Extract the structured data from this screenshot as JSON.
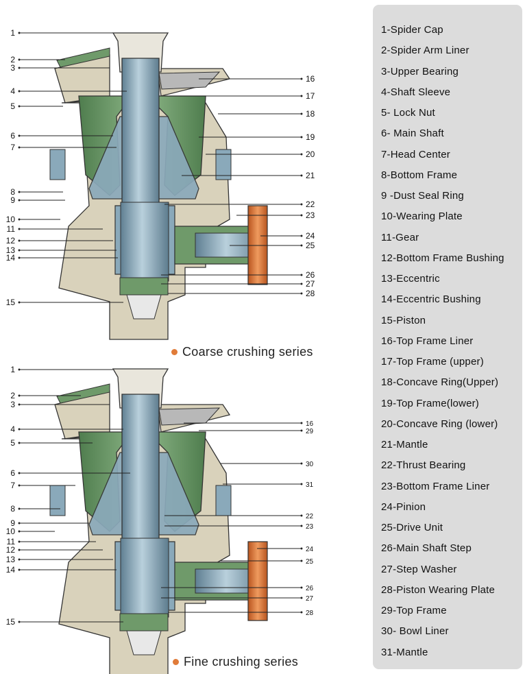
{
  "diagrams": [
    {
      "caption": "Coarse crushing series",
      "left_callouts": [
        "1",
        "2",
        "3",
        "4",
        "5",
        "6",
        "7",
        "8",
        "9",
        "10",
        "11",
        "12",
        "13",
        "14",
        "15"
      ],
      "right_callouts": [
        "16",
        "17",
        "18",
        "19",
        "20",
        "21",
        "22",
        "23",
        "24",
        "25",
        "26",
        "27",
        "28"
      ]
    },
    {
      "caption": "Fine crushing series",
      "left_callouts": [
        "1",
        "2",
        "3",
        "4",
        "5",
        "6",
        "7",
        "8",
        "9",
        "10",
        "11",
        "12",
        "13",
        "14",
        "15"
      ],
      "right_callouts": [
        "16",
        "29",
        "30",
        "31",
        "22",
        "23",
        "24",
        "25",
        "26",
        "27",
        "28"
      ]
    }
  ],
  "legend": [
    "1-Spider Cap",
    "2-Spider Arm Liner",
    "3-Upper Bearing",
    "4-Shaft Sleeve",
    "5- Lock Nut",
    "6- Main Shaft",
    "7-Head Center",
    "8-Bottom Frame",
    "9 -Dust Seal Ring",
    "10-Wearing Plate",
    "11-Gear",
    "12-Bottom Frame Bushing",
    "13-Eccentric",
    "14-Eccentric Bushing",
    "15-Piston",
    "16-Top Frame Liner",
    "17-Top Frame (upper)",
    "18-Concave Ring(Upper)",
    "19-Top Frame(lower)",
    "20-Concave Ring (lower)",
    "21-Mantle",
    "22-Thrust Bearing",
    "23-Bottom Frame Liner",
    "24-Pinion",
    "25-Drive Unit",
    "26-Main Shaft Step",
    "27-Step Washer",
    "28-Piston Wearing Plate",
    "29-Top Frame",
    "30- Bowl Liner",
    "31-Mantle"
  ],
  "colors": {
    "frame_beige": "#d9d2bb",
    "liner_green": "#6f9a6a",
    "shaft_blue": "#8aa9ba",
    "drive_orange": "#d9743a",
    "caption_dot": "#e07b39",
    "panel_gray": "#dcdcdc"
  }
}
